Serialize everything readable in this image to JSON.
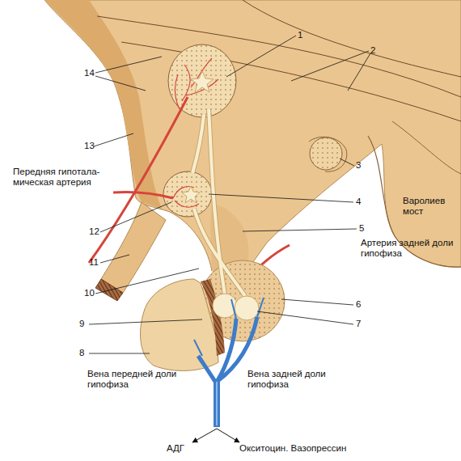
{
  "diagram": {
    "labels": [
      "1",
      "2",
      "14",
      "13",
      "3",
      "Передняя гипотала- мическая артерия",
      "Варолиев мост",
      "4",
      "12",
      "5",
      "Артерия задней доли гипофиза",
      "11",
      "10",
      "6",
      "9",
      "7",
      "8",
      "Вена передней доли гипофиза",
      "Вена задней доли гипофиза",
      "АДГ",
      "Окситоцин. Вазопрессин"
    ]
  }
}
